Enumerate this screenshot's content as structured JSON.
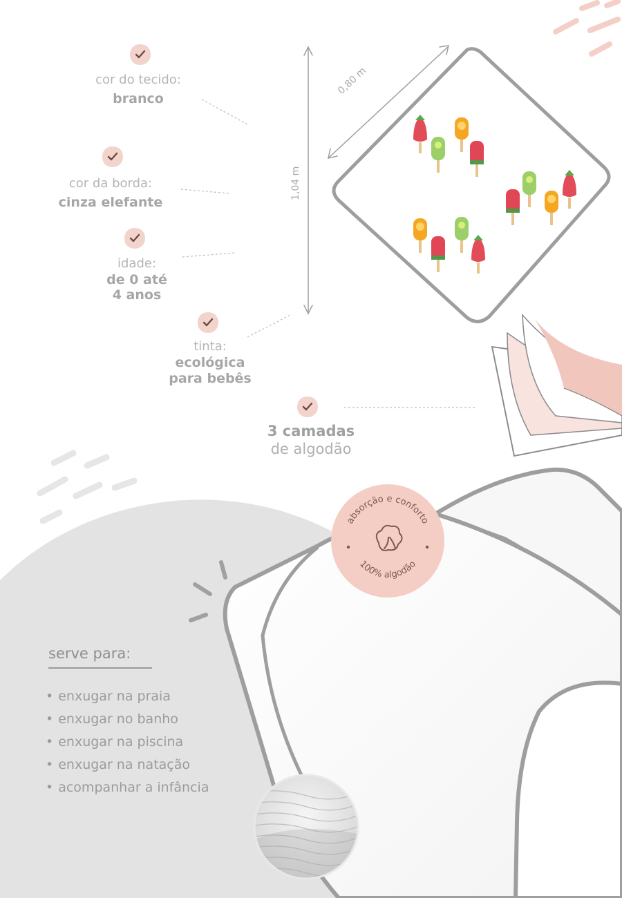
{
  "specs": {
    "fabric_color": {
      "label": "cor do tecido:",
      "value": "branco"
    },
    "border_color": {
      "label": "cor da borda:",
      "value": "cinza elefante"
    },
    "age": {
      "label": "idade:",
      "value_line1": "de 0 até",
      "value_line2": "4 anos"
    },
    "ink": {
      "label": "tinta:",
      "value_line1": "ecológica",
      "value_line2": "para bebês"
    },
    "layers": {
      "value_line1": "3 camadas",
      "value_line2": "de algodão"
    }
  },
  "dimensions": {
    "width": "0,80 m",
    "height": "1,04 m"
  },
  "seal": {
    "top_text": "absorção e conforto",
    "bottom_text": "100% algodão",
    "icon": "cotton-flower-icon"
  },
  "uses": {
    "title": "serve para:",
    "items": [
      "enxugar na praia",
      "enxugar no banho",
      "enxugar na piscina",
      "enxugar na natação",
      "acompanhar a infância"
    ]
  },
  "colors": {
    "badge": "#f2d4cc",
    "check": "#6b4a44",
    "border_gray": "#9e9e9e",
    "blob_gray": "#e2e2e2",
    "accent_pink": "#f4cfc7",
    "text_gray": "#a6a6a6"
  }
}
